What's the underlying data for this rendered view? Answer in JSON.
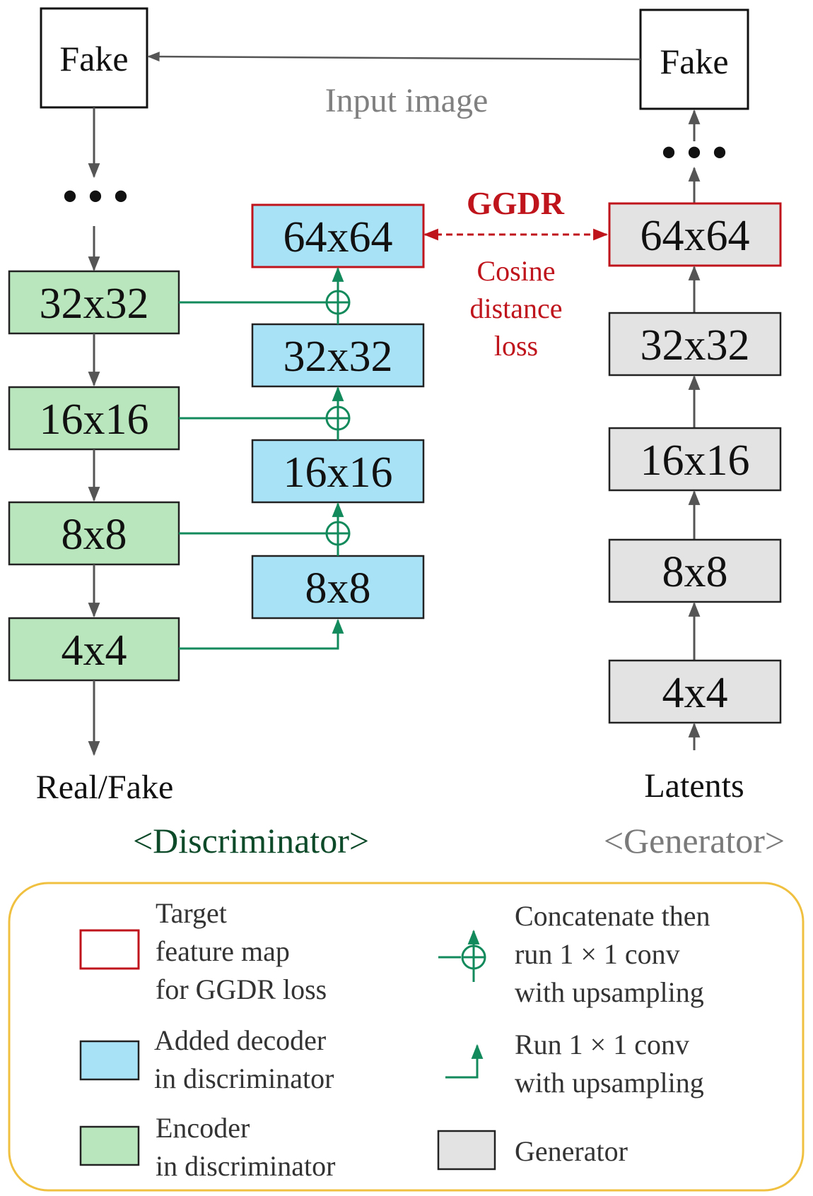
{
  "colors": {
    "encoder_fill": "#b9e6bc",
    "decoder_fill": "#a8e2f6",
    "generator_fill": "#e3e3e3",
    "target_border": "#c0141c",
    "concat_green": "#138a5c",
    "arrow_gray": "#555555",
    "discriminator_title": "#0d4a2a",
    "generator_title": "#7a7a7a",
    "legend_border": "#f0c040",
    "ggdr_red": "#c0141c"
  },
  "discriminator": {
    "input_label": "Fake",
    "ellipsis": "• • •",
    "encoder_blocks": [
      "32x32",
      "16x16",
      "8x8",
      "4x4"
    ],
    "decoder_blocks": [
      "64x64",
      "32x32",
      "16x16",
      "8x8"
    ],
    "output_label": "Real/Fake",
    "title": "<Discriminator>"
  },
  "generator": {
    "output_label": "Fake",
    "ellipsis": "• • •",
    "blocks": [
      "64x64",
      "32x32",
      "16x16",
      "8x8",
      "4x4"
    ],
    "input_label": "Latents",
    "title": "<Generator>"
  },
  "input_image_label": "Input image",
  "ggdr": {
    "title": "GGDR",
    "loss_lines": [
      "Cosine",
      "distance",
      "loss"
    ]
  },
  "legend": {
    "target": [
      "Target",
      "feature map",
      "for GGDR loss"
    ],
    "decoder": [
      "Added decoder",
      "in discriminator"
    ],
    "encoder": [
      "Encoder",
      "in discriminator"
    ],
    "concat": [
      "Concatenate then",
      "run 1 × 1 conv",
      "with upsampling"
    ],
    "conv": [
      "Run 1 × 1 conv",
      "with upsampling"
    ],
    "generator": [
      "Generator"
    ]
  }
}
